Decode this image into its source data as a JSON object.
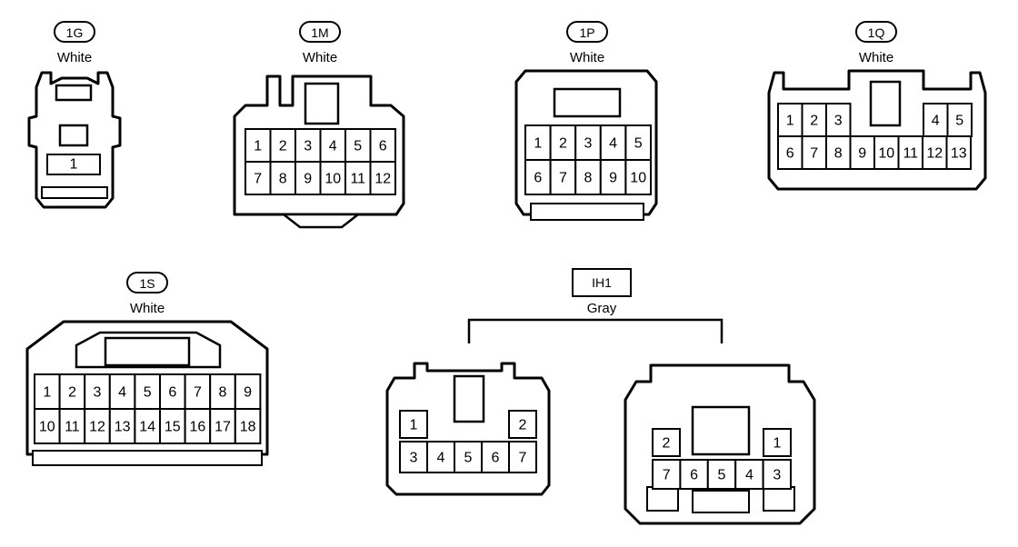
{
  "colors": {
    "ink": "#000000",
    "paper": "#ffffff"
  },
  "connectors": [
    {
      "id": "c1g",
      "code": "1G",
      "color_label": "White",
      "rows": [
        [
          "1"
        ]
      ]
    },
    {
      "id": "c1m",
      "code": "1M",
      "color_label": "White",
      "rows": [
        [
          "1",
          "2",
          "3",
          "4",
          "5",
          "6"
        ],
        [
          "7",
          "8",
          "9",
          "10",
          "11",
          "12"
        ]
      ]
    },
    {
      "id": "c1p",
      "code": "1P",
      "color_label": "White",
      "rows": [
        [
          "1",
          "2",
          "3",
          "4",
          "5"
        ],
        [
          "6",
          "7",
          "8",
          "9",
          "10"
        ]
      ]
    },
    {
      "id": "c1q",
      "code": "1Q",
      "color_label": "White",
      "rows": [
        [
          "1",
          "2",
          "3",
          "4",
          "5"
        ],
        [
          "6",
          "7",
          "8",
          "9",
          "10",
          "11",
          "12",
          "13"
        ]
      ]
    },
    {
      "id": "c1s",
      "code": "1S",
      "color_label": "White",
      "rows": [
        [
          "1",
          "2",
          "3",
          "4",
          "5",
          "6",
          "7",
          "8",
          "9"
        ],
        [
          "10",
          "11",
          "12",
          "13",
          "14",
          "15",
          "16",
          "17",
          "18"
        ]
      ]
    }
  ],
  "ih1": {
    "code": "IH1",
    "color_label": "Gray",
    "left_rows": [
      [
        "1",
        "2"
      ],
      [
        "3",
        "4",
        "5",
        "6",
        "7"
      ]
    ],
    "right_rows": [
      [
        "2",
        "1"
      ],
      [
        "7",
        "6",
        "5",
        "4",
        "3"
      ]
    ]
  }
}
